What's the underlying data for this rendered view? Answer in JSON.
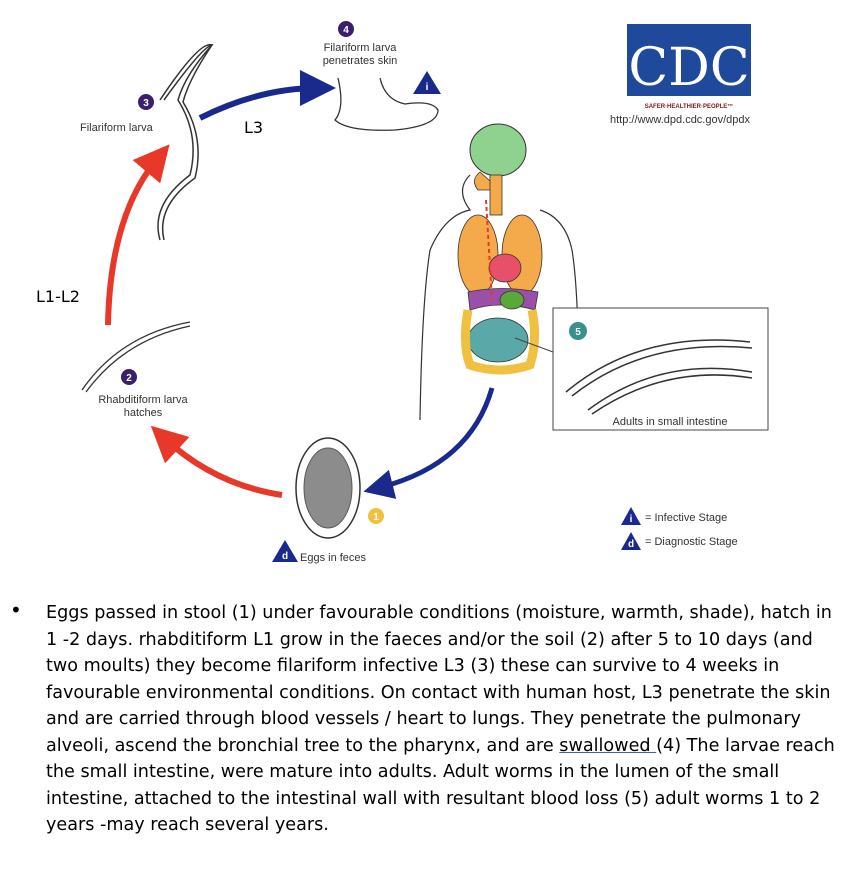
{
  "cdc": {
    "logo_text": "CDC",
    "tagline": "SAFER·HEALTHIER·PEOPLE™",
    "url": "http://www.dpd.cdc.gov/dpdx"
  },
  "stages": {
    "s1": {
      "number": "1",
      "label": "Eggs in feces"
    },
    "s2": {
      "number": "2",
      "label_line1": "Rhabditiform larva",
      "label_line2": "hatches"
    },
    "s3": {
      "number": "3",
      "label": "Filariform larva"
    },
    "s4": {
      "number": "4",
      "label_line1": "Filariform larva",
      "label_line2": "penetrates skin"
    },
    "s5": {
      "number": "5",
      "label": "Adults in small intestine"
    }
  },
  "annotations": {
    "l3": "L3",
    "l1l2": "L1-L2"
  },
  "legend": {
    "infective_symbol": "i",
    "diagnostic_symbol": "d",
    "infective": "= Infective Stage",
    "diagnostic": "= Diagnostic Stage"
  },
  "colors": {
    "blue_arrow": "#1a2a8c",
    "red_arrow": "#e8382a",
    "badge": "#3b1f6e",
    "stage5": "#3a8f8f",
    "stage1": "#f0c040"
  },
  "caption": {
    "part1": "Eggs passed in stool (1) under favourable conditions (moisture, warmth, shade), hatch in 1 -2 days. rhabditiform L1 grow in the faeces and/or the soil (2) after 5 to 10 days (and two moults) they become filariform infective L3 (3) these can survive to 4 weeks in favourable environmental conditions.  On contact with human host, L3 penetrate the skin and are carried through blood vessels / heart to lungs. They penetrate the pulmonary alveoli, ascend the bronchial tree to the pharynx, and are ",
    "underlined": "swallowed  ",
    "part2": "(4) The larvae reach the small intestine, were mature into adults. Adult worms in the lumen of the small intestine, attached to the intestinal wall with resultant blood loss (5) adult worms 1 to 2 years -may reach several years."
  }
}
